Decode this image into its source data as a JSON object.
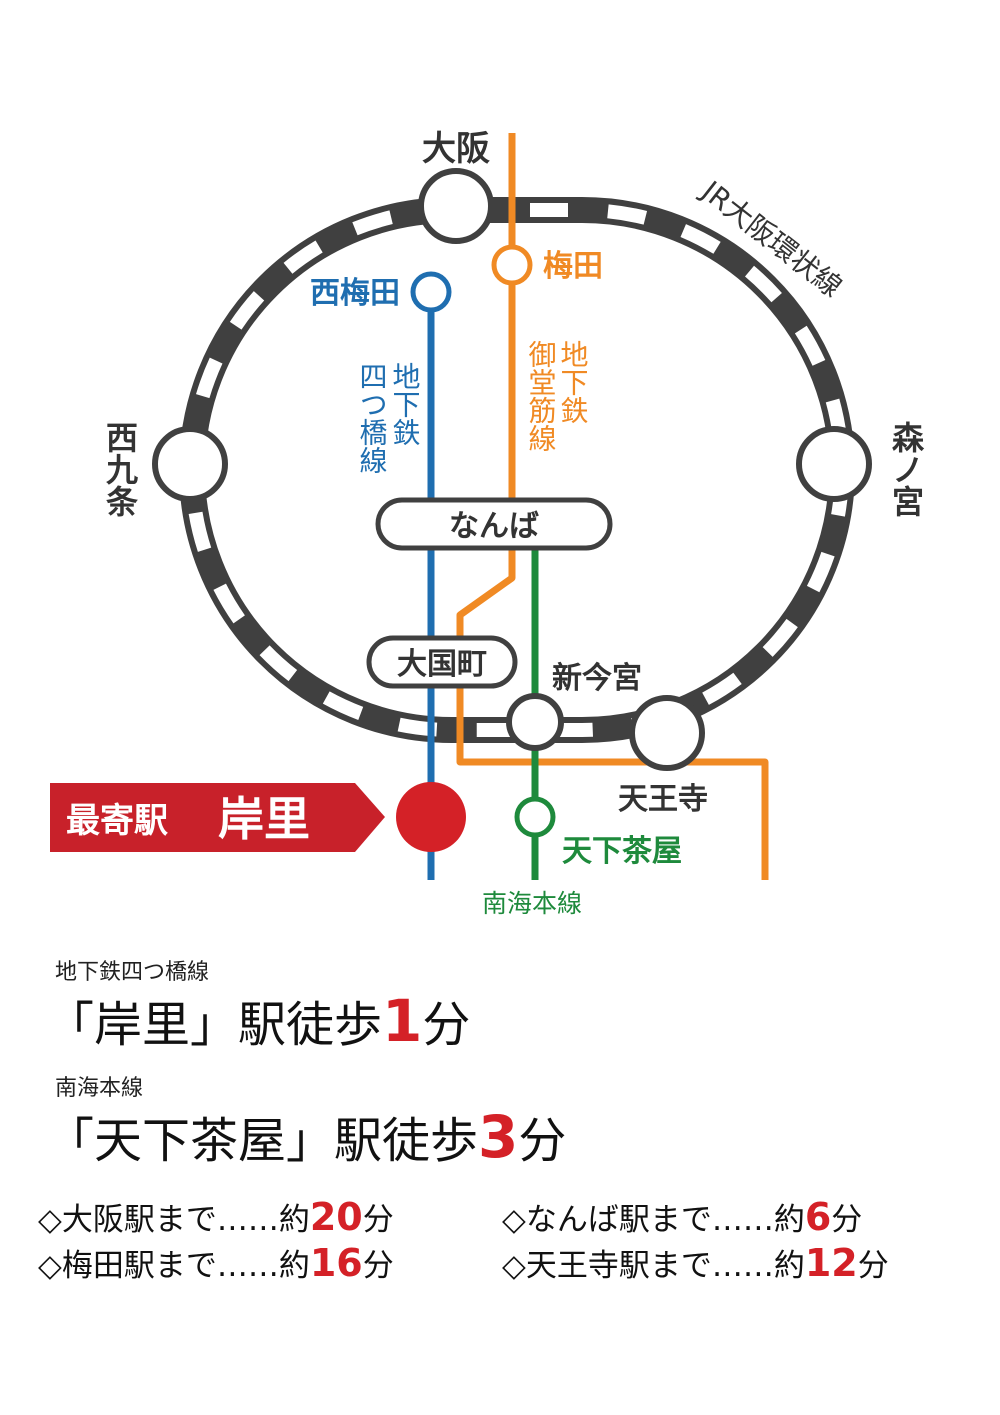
{
  "map": {
    "loop_line": "JR大阪環状線",
    "loop_stations": {
      "osaka": "大阪",
      "nishikujo": "西九条",
      "morinomiya": "森ノ宮",
      "tennoji": "天王寺",
      "imamiya": "新今宮"
    },
    "lines": {
      "yotsubashi": {
        "name": "地下鉄四つ橋線",
        "color": "#1f6eb0"
      },
      "midosuji": {
        "name": "地下鉄御堂筋線",
        "color": "#f08a24"
      },
      "nankai": {
        "name": "南海本線",
        "color": "#1e8a3c"
      }
    },
    "stations": {
      "nishiumeda": "西梅田",
      "umeda": "梅田",
      "namba": "なんば",
      "daikokucho": "大国町",
      "tengachaya": "天下茶屋"
    },
    "nearest_badge": "最寄駅",
    "nearest_name": "岸里",
    "accent": "#d42127"
  },
  "info": {
    "line1": "地下鉄四つ橋線",
    "walk1": {
      "prefix": "「岸里」駅徒歩",
      "num": "1",
      "unit": "分"
    },
    "line2": "南海本線",
    "walk2": {
      "prefix": "「天下茶屋」駅徒歩",
      "num": "3",
      "unit": "分"
    },
    "access": [
      {
        "text": "◇大阪駅まで……約",
        "num": "20",
        "unit": "分"
      },
      {
        "text": "◇なんば駅まで……約",
        "num": "6",
        "unit": "分"
      },
      {
        "text": "◇梅田駅まで……約",
        "num": "16",
        "unit": "分"
      },
      {
        "text": "◇天王寺駅まで……約",
        "num": "12",
        "unit": "分"
      }
    ]
  }
}
